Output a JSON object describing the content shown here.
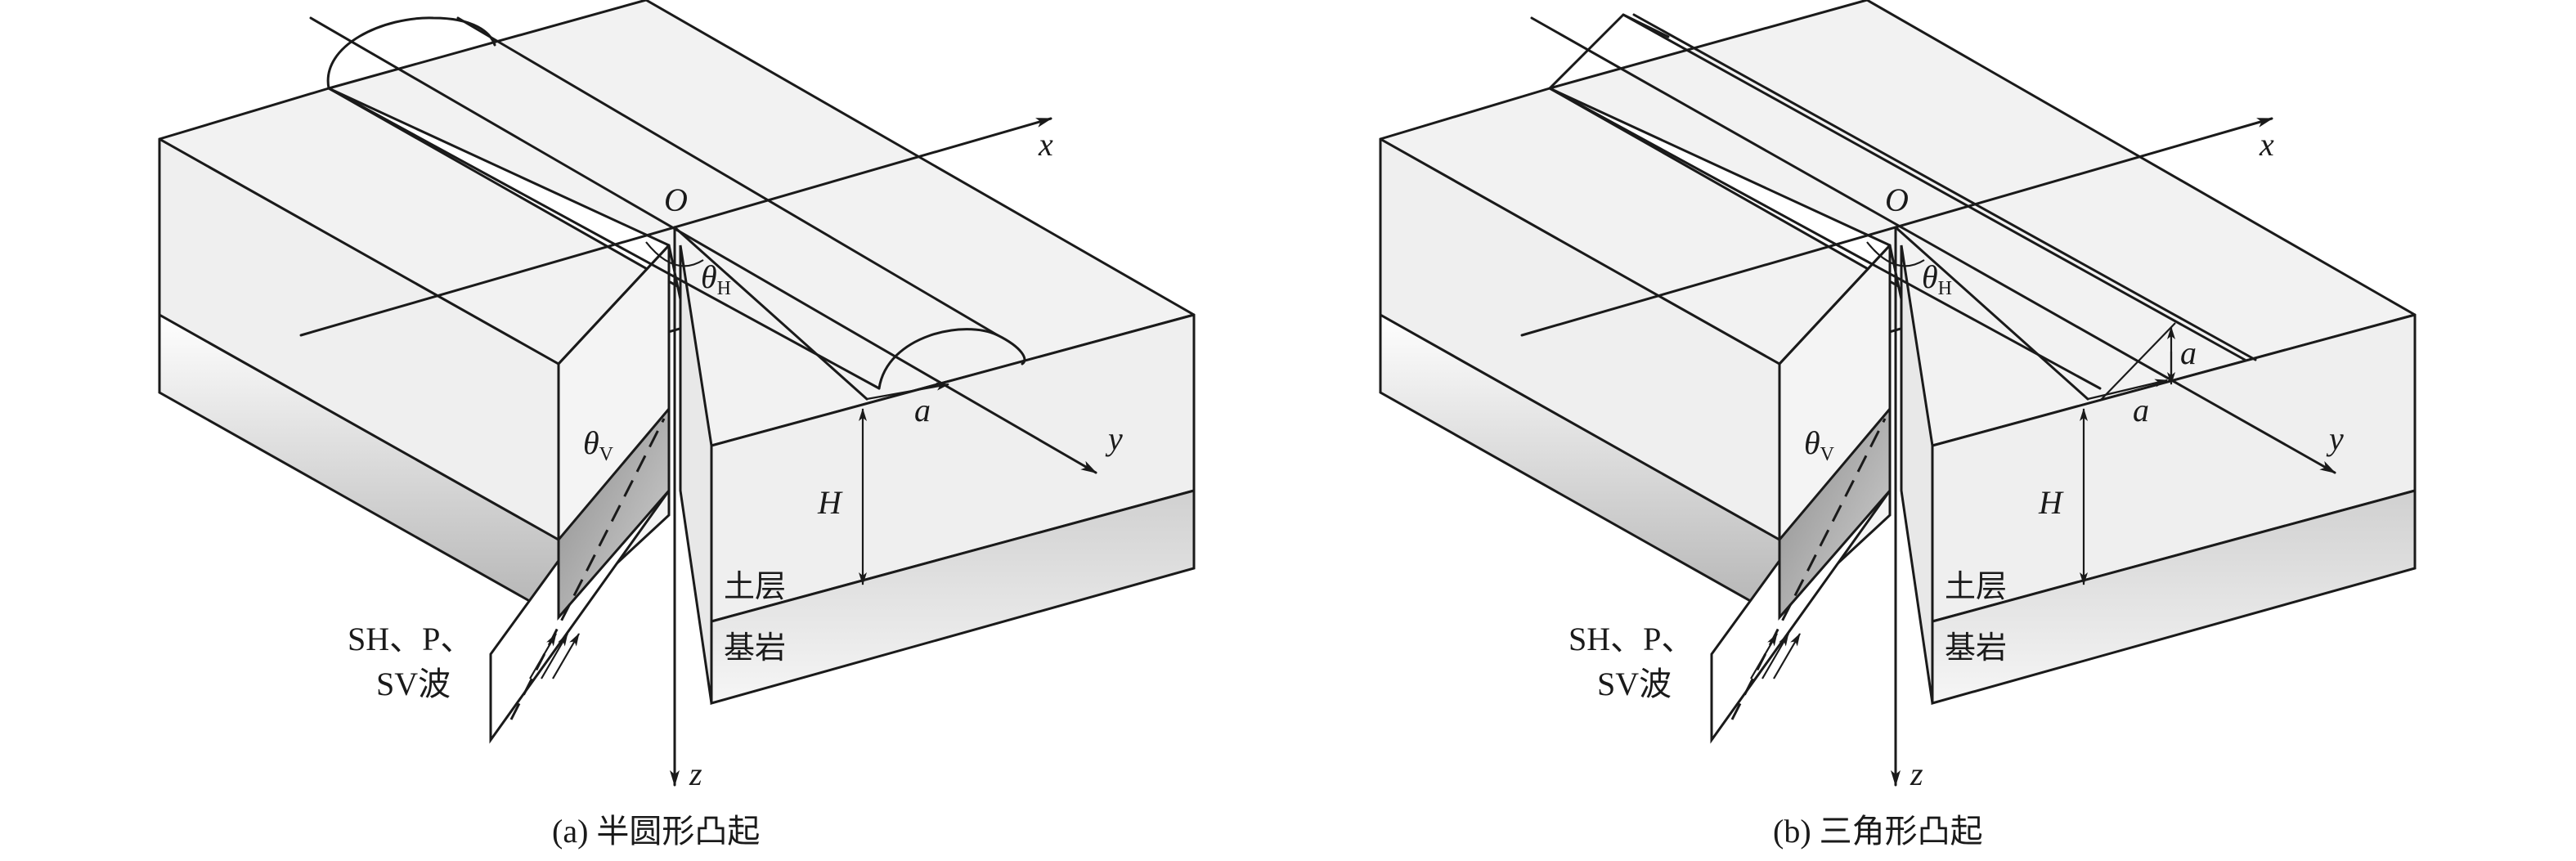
{
  "panels": [
    {
      "id": "a",
      "caption": "(a) 半圆形凸起",
      "labels": {
        "origin": "O",
        "x_axis": "x",
        "y_axis": "y",
        "z_axis": "z",
        "theta_h": "θ",
        "theta_h_sub": "H",
        "theta_v": "θ",
        "theta_v_sub": "V",
        "radius": "a",
        "depth": "H",
        "soil_layer": "土层",
        "bedrock": "基岩",
        "wave_line1": "SH、P、",
        "wave_line2": "SV波"
      }
    },
    {
      "id": "b",
      "caption": "(b) 三角形凸起",
      "labels": {
        "origin": "O",
        "x_axis": "x",
        "y_axis": "y",
        "z_axis": "z",
        "theta_h": "θ",
        "theta_h_sub": "H",
        "theta_v": "θ",
        "theta_v_sub": "V",
        "half_width": "a",
        "height": "a",
        "depth": "H",
        "soil_layer": "土层",
        "bedrock": "基岩",
        "wave_line1": "SH、P、",
        "wave_line2": "SV波"
      }
    }
  ],
  "colors": {
    "soil_top": "#f2f2f2",
    "bedrock_light": "#f6f6f6",
    "bedrock_dark": "#b4b4b4",
    "incident_plane": "#a8a8a8"
  }
}
